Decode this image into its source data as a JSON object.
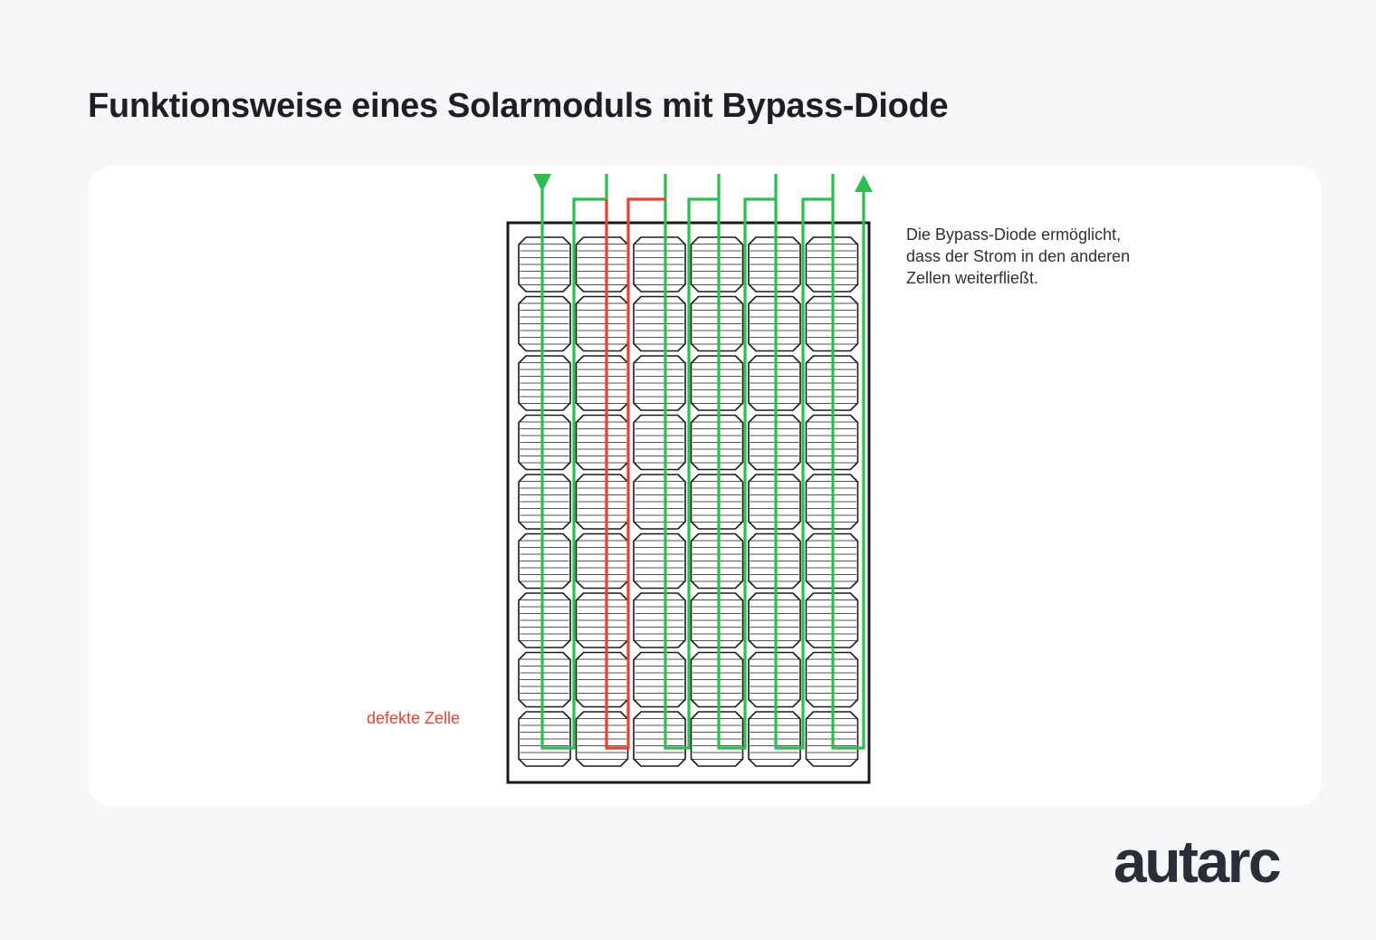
{
  "title": "Funktionsweise eines Solarmoduls mit Bypass-Diode",
  "diagram": {
    "panel": {
      "columns": 6,
      "rows": 9
    },
    "note_lines": [
      "Die Bypass-Diode ermöglicht,",
      "dass der Strom in den anderen",
      "Zellen weiterfließt."
    ],
    "defect_label": "defekte Zelle",
    "colors": {
      "current_path": "#2dbe4f",
      "defective_path": "#e8412f",
      "cell_outline": "#1a1a1a",
      "label_accent": "#e8412f"
    },
    "arrows": {
      "start": "down-arrow-icon",
      "end": "up-arrow-icon"
    }
  },
  "brand": {
    "logo": "autarc"
  }
}
